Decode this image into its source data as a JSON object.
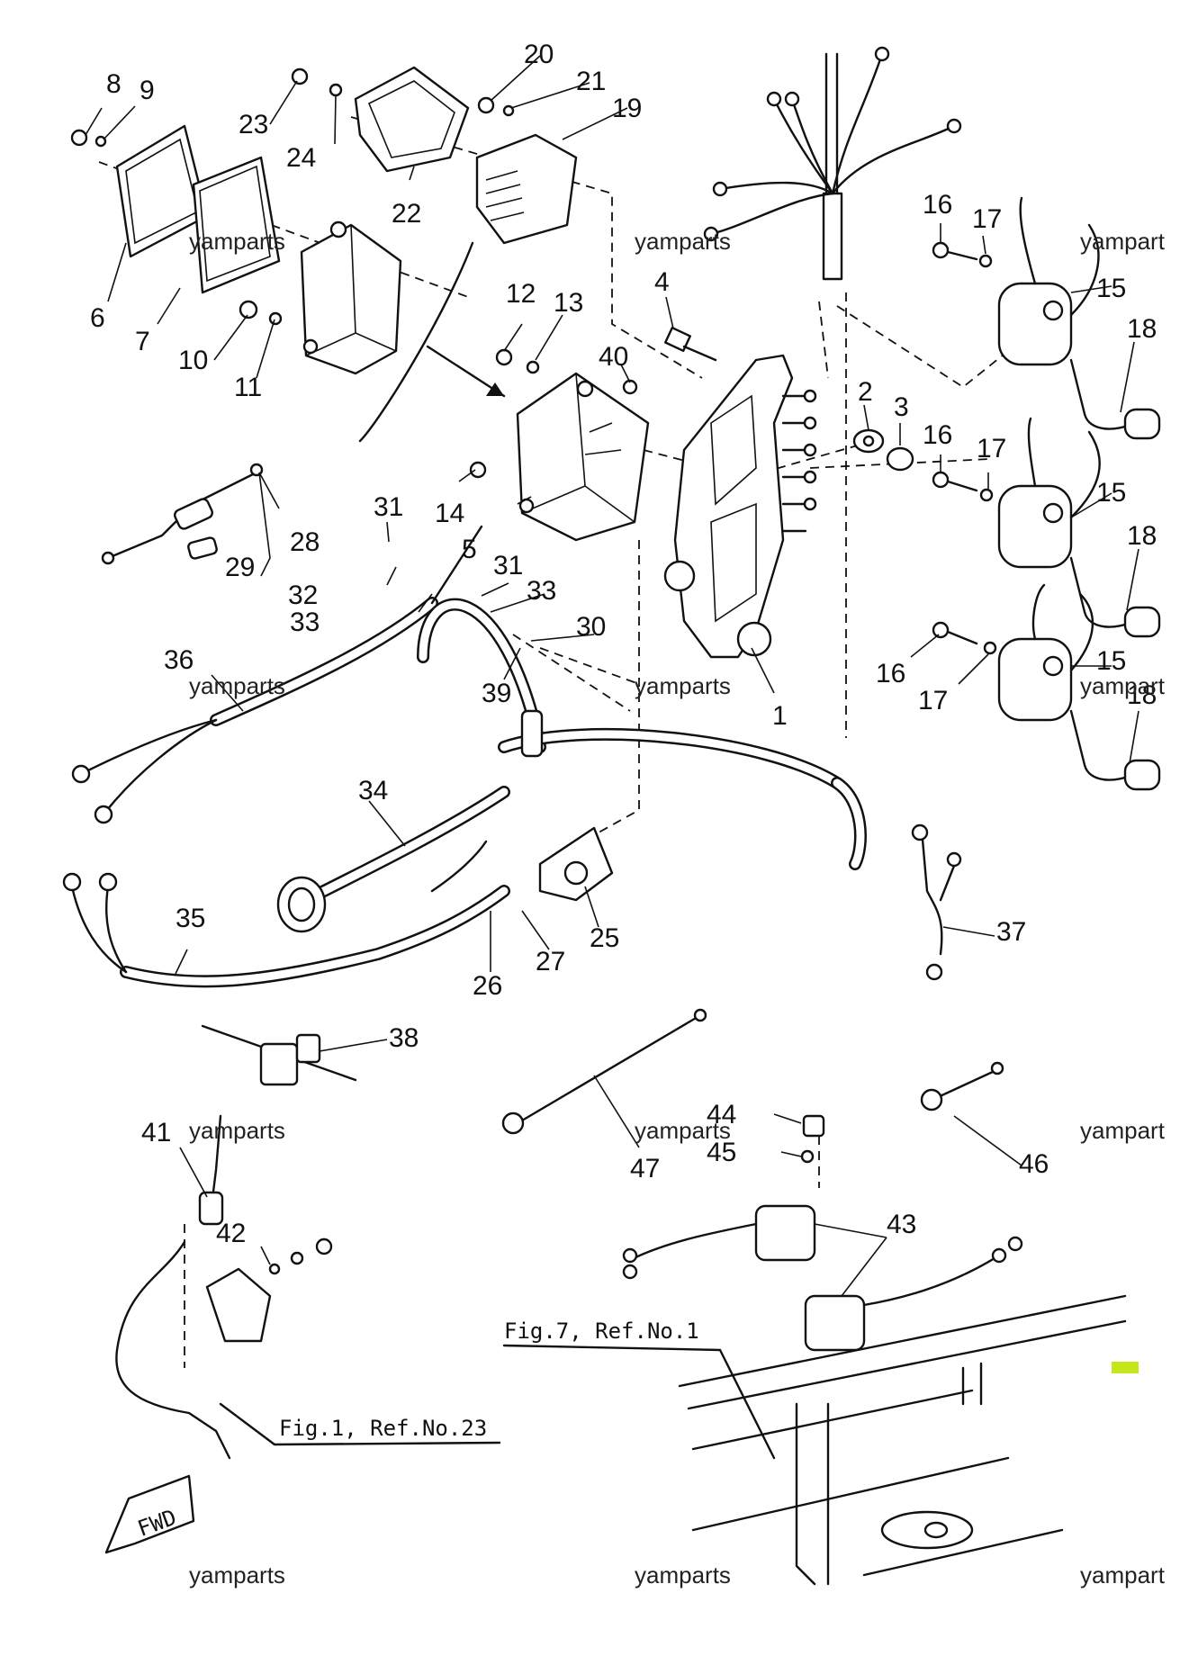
{
  "callouts": [
    "1",
    "2",
    "3",
    "4",
    "5",
    "6",
    "7",
    "8",
    "9",
    "10",
    "11",
    "12",
    "13",
    "14",
    "15",
    "15",
    "15",
    "16",
    "16",
    "16",
    "17",
    "17",
    "17",
    "18",
    "18",
    "18",
    "19",
    "20",
    "21",
    "22",
    "23",
    "24",
    "25",
    "26",
    "27",
    "28",
    "29",
    "30",
    "31",
    "31",
    "32",
    "33",
    "33",
    "34",
    "35",
    "36",
    "37",
    "38",
    "39",
    "40",
    "41",
    "42",
    "43",
    "44",
    "45",
    "46",
    "47"
  ],
  "figure_refs": [
    "Fig.7, Ref.No.1",
    "Fig.1, Ref.No.23"
  ],
  "fwd_label": "FWD",
  "watermarks": [
    "yamparts",
    "yamparts",
    "yampart",
    "yamparts",
    "yamparts",
    "yampart",
    "yamparts",
    "yamparts",
    "yampart",
    "yamparts",
    "yamparts",
    "yampart"
  ],
  "colors": {
    "line": "#111111",
    "background": "#ffffff",
    "marker": "#c6e61a"
  }
}
